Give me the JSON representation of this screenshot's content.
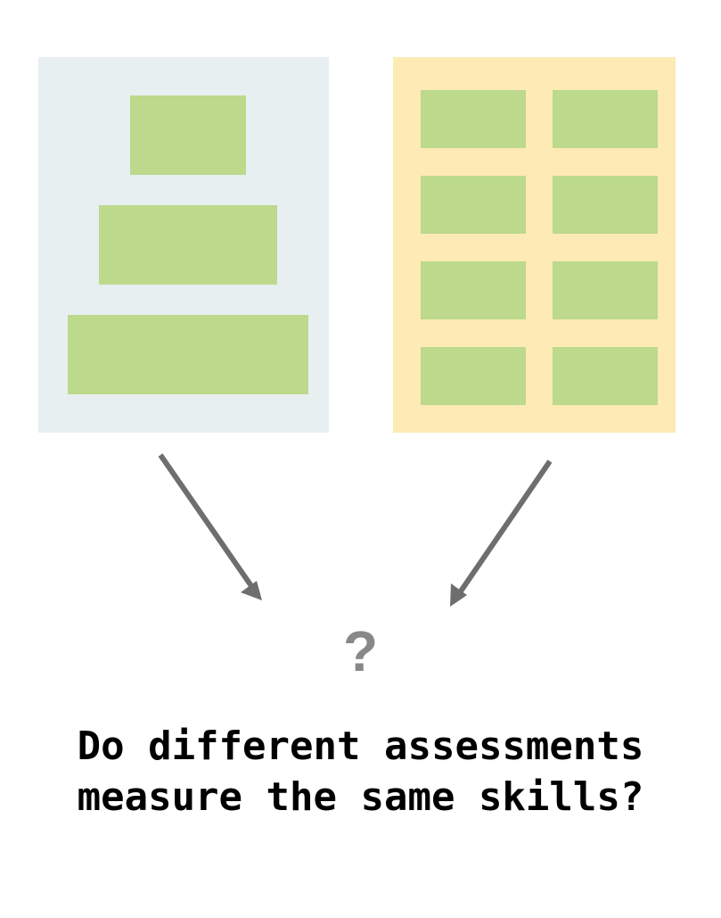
{
  "colors": {
    "left_panel_bg": "#e8eff0",
    "right_panel_bg": "#fdeab5",
    "block": "#bcd98c",
    "arrow": "#6e6e6e",
    "question": "#888888",
    "text": "#000000"
  },
  "left_panel": {
    "shape": "pyramid",
    "block_count": 3
  },
  "right_panel": {
    "shape": "grid",
    "rows": 4,
    "columns": 2
  },
  "question_mark": "?",
  "caption": {
    "line1": "Do different assessments",
    "line2": "measure the same skills?"
  }
}
